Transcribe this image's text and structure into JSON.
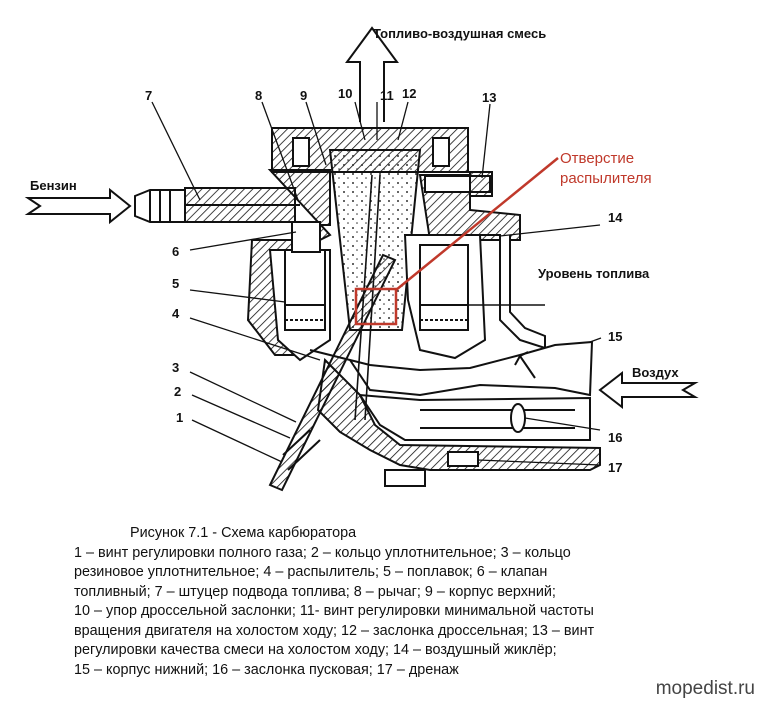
{
  "labels": {
    "mixture": "Топливо-воздушная смесь",
    "fuel_in": "Бензин",
    "air_in": "Воздух",
    "fuel_level": "Уровень топлива",
    "nozzle_hole_1": "Отверстие",
    "nozzle_hole_2": "распылителя",
    "n1": "1",
    "n2": "2",
    "n3": "3",
    "n4": "4",
    "n5": "5",
    "n6": "6",
    "n7": "7",
    "n8": "8",
    "n9": "9",
    "n10": "10",
    "n11": "11",
    "n12": "12",
    "n13": "13",
    "n14": "14",
    "n15": "15",
    "n16": "16",
    "n17": "17"
  },
  "caption": {
    "title": "Рисунок 7.1 - Схема карбюратора",
    "lines": [
      "1 – винт регулировки полного газа; 2 – кольцо уплотнительное; 3 – кольцо",
      "резиновое уплотнительное; 4 – распылитель; 5 – поплавок; 6 – клапан",
      "топливный; 7 – штуцер подвода топлива; 8 – рычаг; 9 – корпус верхний;",
      "10 – упор дроссельной заслонки; 11- винт регулировки минимальной частоты",
      "вращения двигателя на холостом ходу; 12 – заслонка дроссельная; 13 – винт",
      "регулировки качества смеси на холостом ходу; 14 – воздушный жиклёр;",
      "15 – корпус нижний; 16 – заслонка пусковая; 17 – дренаж"
    ]
  },
  "watermark": "mopedist.ru",
  "colors": {
    "line": "#111111",
    "highlight": "#c0392b"
  }
}
